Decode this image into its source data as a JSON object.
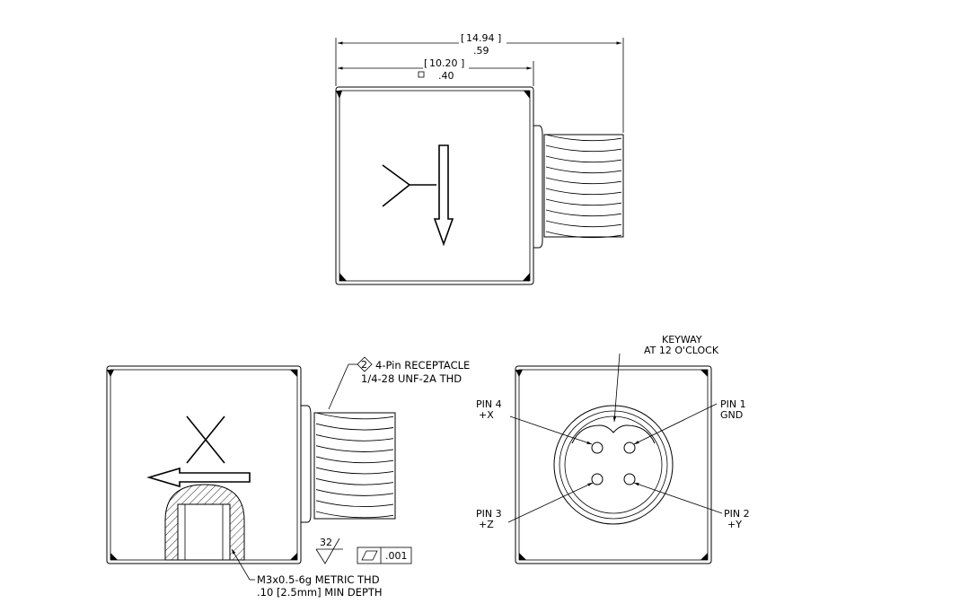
{
  "dimensions": {
    "overall_mm": "14.94",
    "overall_in": ".59",
    "body_mm": "10.20",
    "body_in": ".40"
  },
  "axis_labels": {
    "top_view": "Y",
    "side_view": "X"
  },
  "notes": {
    "callout_number": "2",
    "receptacle": "4-Pin RECEPTACLE",
    "thread": "1/4-28 UNF-2A THD",
    "metric_thread": "M3x0.5-6g METRIC THD",
    "min_depth": ".10 [2.5mm] MIN DEPTH",
    "surface_finish": "32",
    "flatness_value": ".001",
    "keyway_line1": "KEYWAY",
    "keyway_line2": "AT 12 O'CLOCK"
  },
  "pins": {
    "pin1_name": "PIN 1",
    "pin1_signal": "GND",
    "pin2_name": "PIN 2",
    "pin2_signal": "+Y",
    "pin3_name": "PIN 3",
    "pin3_signal": "+Z",
    "pin4_name": "PIN 4",
    "pin4_signal": "+X"
  }
}
